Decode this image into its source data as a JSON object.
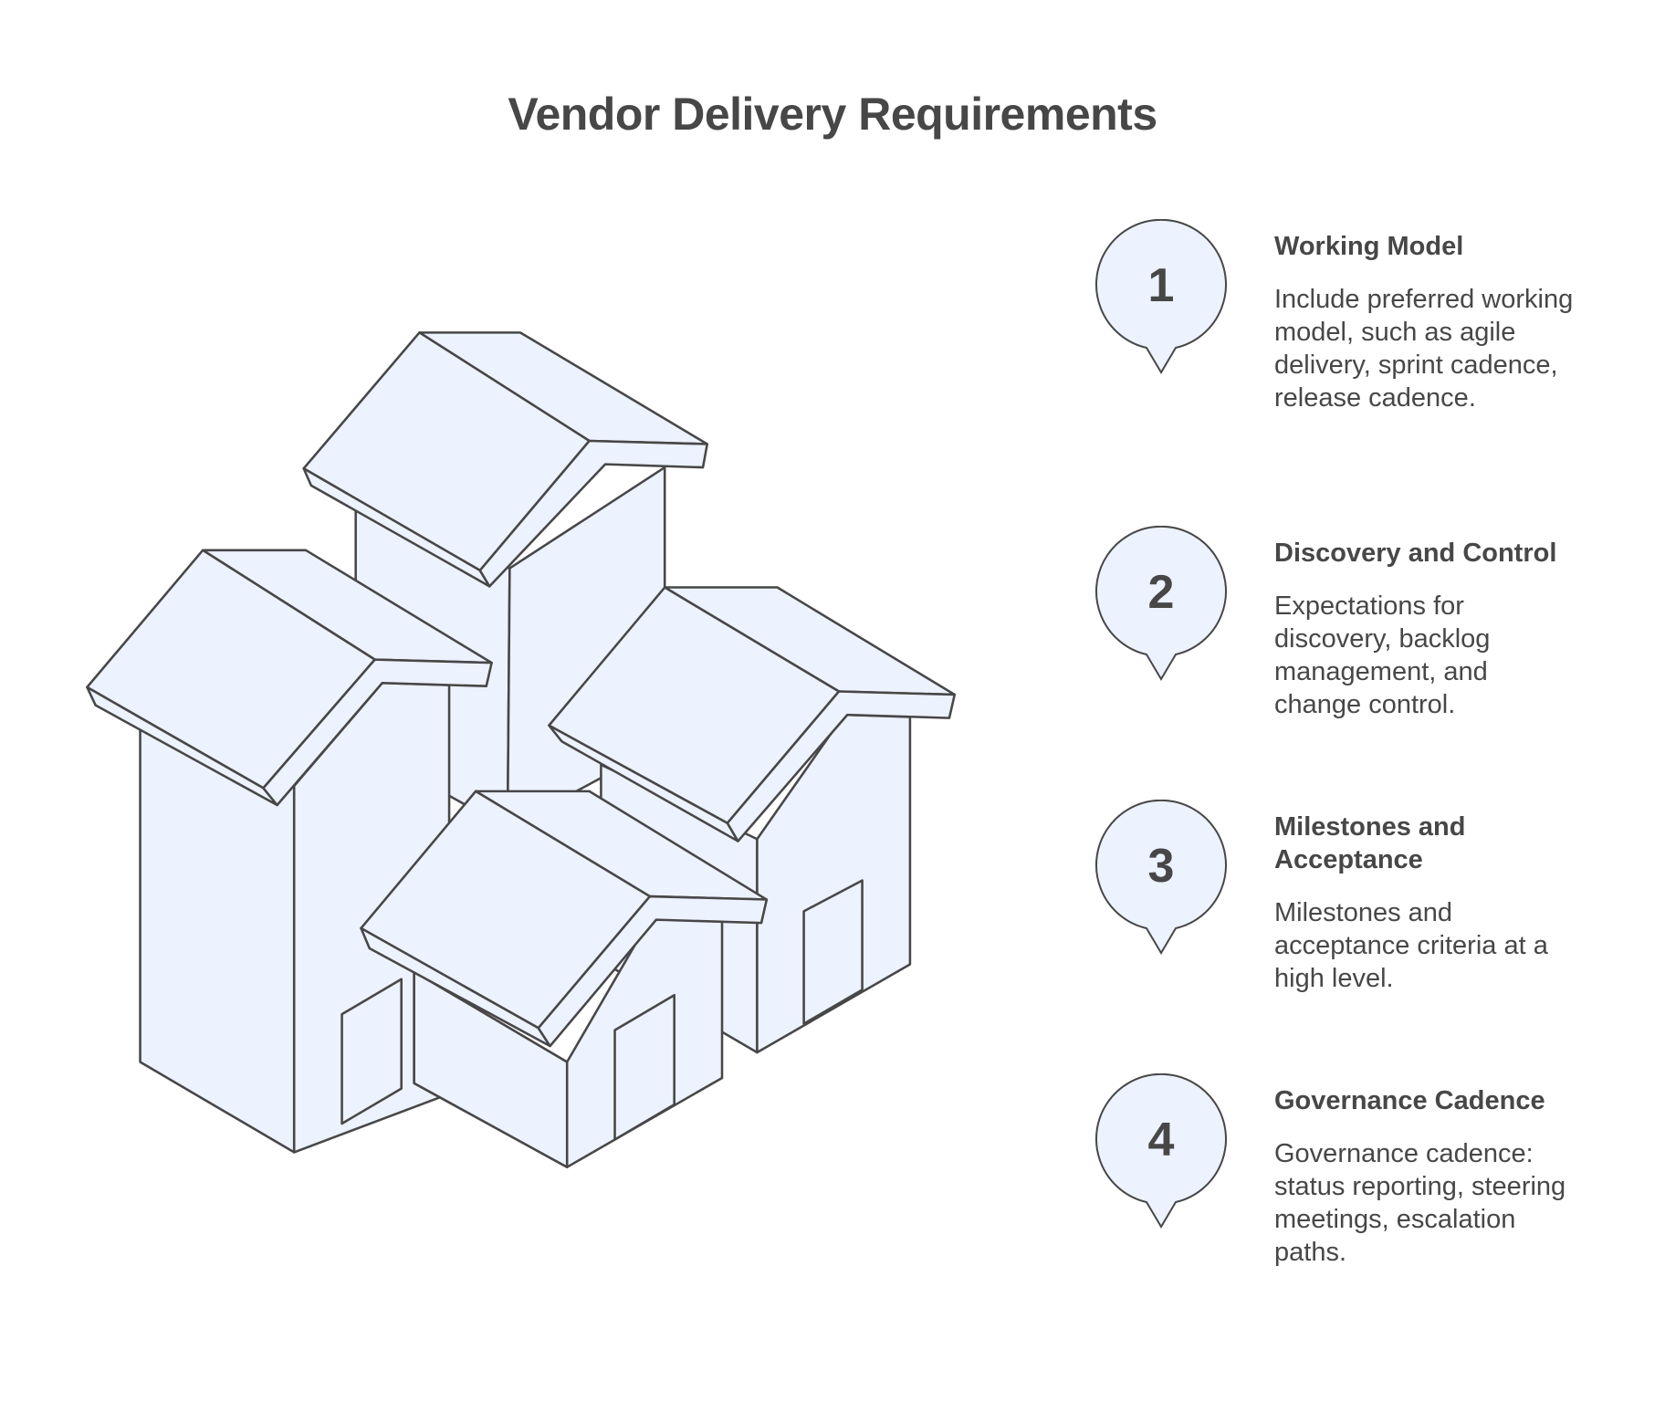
{
  "title": "Vendor Delivery Requirements",
  "colors": {
    "fill": "#ecf2fe",
    "stroke": "#474747",
    "text": "#474747",
    "background": "#ffffff"
  },
  "illustration": "isometric-buildings-cluster",
  "items": [
    {
      "number": "1",
      "heading": "Working Model",
      "description": "Include preferred working model, such as agile delivery, sprint cadence, release cadence."
    },
    {
      "number": "2",
      "heading": "Discovery and Control",
      "description": "Expectations for discovery, backlog management, and change control."
    },
    {
      "number": "3",
      "heading": "Milestones and Acceptance",
      "description": "Milestones and acceptance criteria at a high level."
    },
    {
      "number": "4",
      "heading": "Governance Cadence",
      "description": "Governance cadence: status reporting, steering meetings, escalation paths."
    }
  ]
}
